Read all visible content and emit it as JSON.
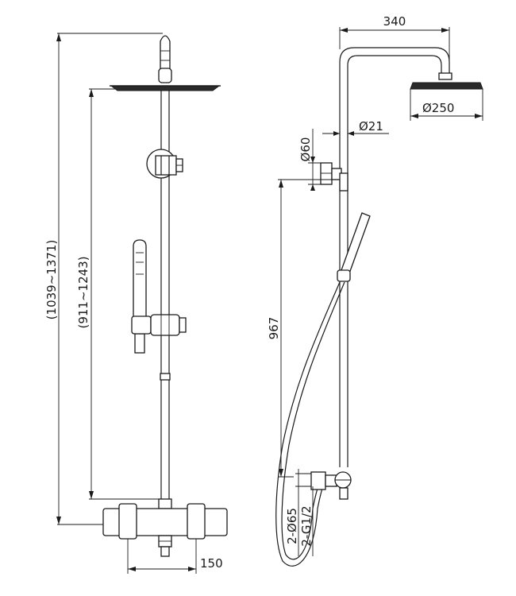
{
  "dimensions": {
    "overall_height": "(1039~1371)",
    "rail_height": "(911~1243)",
    "arm_reach": "340",
    "head_diameter": "Ø250",
    "pipe_diameter": "Ø21",
    "bracket_diameter": "Ø60",
    "slide_height": "967",
    "connector_diameter": "2-Ø65",
    "thread": "2-G1/2",
    "base_offset": "150"
  }
}
